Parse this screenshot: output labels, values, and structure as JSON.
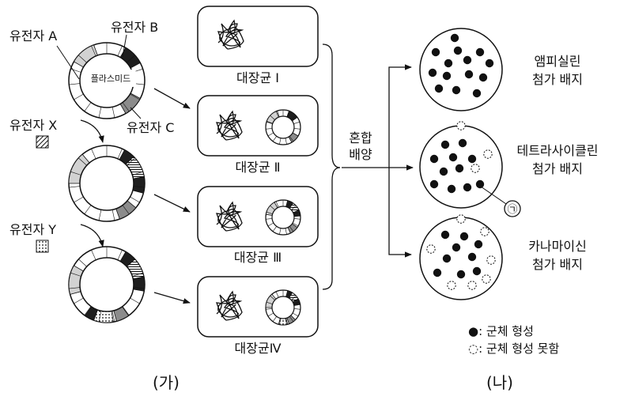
{
  "panel_a": {
    "caption": "(가)",
    "plasmid_label": "플라스미드",
    "gene_a": "유전자 A",
    "gene_b": "유전자 B",
    "gene_c": "유전자 C",
    "gene_x": "유전자 X",
    "gene_y": "유전자 Y",
    "ecoli": [
      "대장균 Ⅰ",
      "대장균 Ⅱ",
      "대장균 Ⅲ",
      "대장균Ⅳ"
    ]
  },
  "process_label": [
    "혼합",
    "배양"
  ],
  "panel_b": {
    "caption": "(나)",
    "dishes": [
      {
        "line1": "앰피실린",
        "line2": "첨가 배지",
        "formed": 14,
        "not_formed": 0
      },
      {
        "line1": "테트라사이클린",
        "line2": "첨가 배지",
        "formed": 11,
        "not_formed": 3,
        "marker": "㉠"
      },
      {
        "line1": "카나마이신",
        "line2": "첨가 배지",
        "formed": 9,
        "not_formed": 7
      }
    ],
    "legend": {
      "formed": "●: 군체 형성",
      "not_formed": "◌: 군체 형성 못함"
    }
  },
  "colors": {
    "stroke": "#111111",
    "light_gray": "#d2d2d2",
    "mid_gray": "#8c8c8c",
    "dark": "#1e1e1e"
  }
}
